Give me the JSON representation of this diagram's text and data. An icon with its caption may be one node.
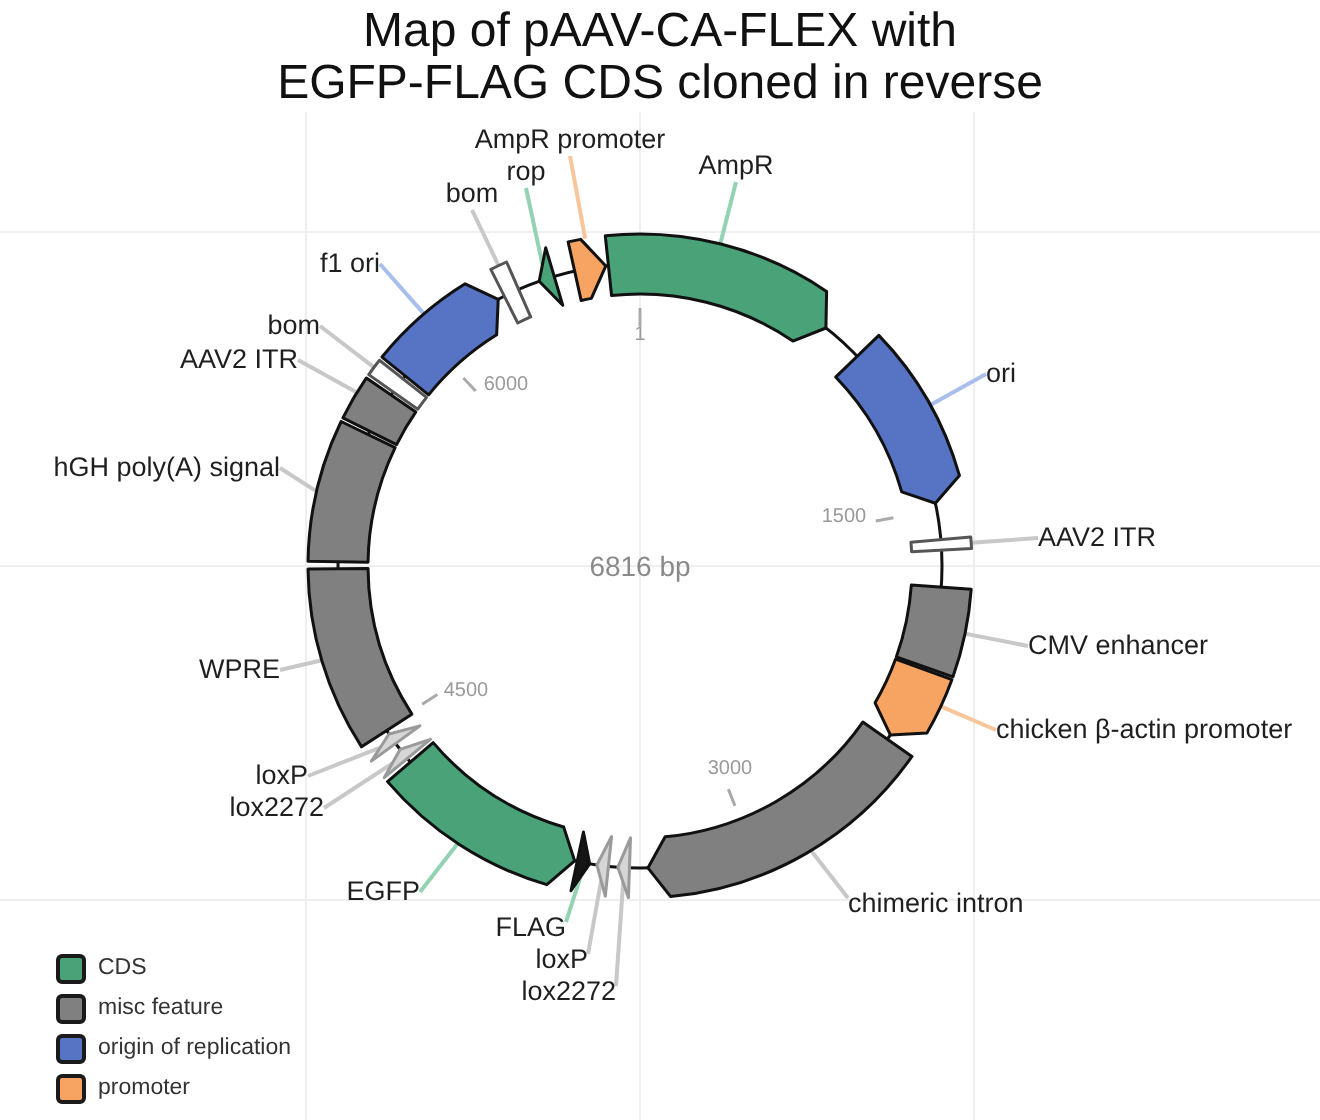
{
  "diagram": {
    "title": "Map of pAAV-CA-FLEX with EGFP-FLAG CDS cloned in reverse",
    "nodes": [
      {
        "text": [
          "AmpR promoter"
        ]
      },
      {
        "text": [
          "rop"
        ]
      },
      {
        "text": [
          "AmpR"
        ]
      },
      {
        "text": [
          "bom"
        ]
      },
      {
        "text": [
          "f1 ori"
        ]
      },
      {
        "text": [
          "bom"
        ]
      },
      {
        "text": [
          "AAV2 ITR"
        ]
      },
      {
        "text": [
          "ori"
        ]
      },
      {
        "text": [
          "hGH poly(A) signal"
        ]
      },
      {
        "text": [
          "AAV2 ITR"
        ]
      },
      {
        "text": [
          "WPRE"
        ]
      },
      {
        "text": [
          "CMV enhancer"
        ]
      },
      {
        "text": [
          "chicken β-actin promoter"
        ]
      },
      {
        "text": [
          "loxP"
        ]
      },
      {
        "text": [
          "lox2272"
        ]
      },
      {
        "text": [
          "EGFP"
        ]
      },
      {
        "text": [
          "chimeric intron"
        ]
      },
      {
        "text": [
          "FLAG"
        ]
      },
      {
        "text": [
          "loxP"
        ]
      },
      {
        "text": [
          "lox2272"
        ]
      },
      {
        "text": [],
        "shape": "arrow"
      },
      {
        "text": [],
        "shape": "arrow"
      },
      {
        "text": [],
        "shape": "box"
      },
      {
        "text": [],
        "shape": "box"
      },
      {
        "text": [],
        "shape": "arrow"
      },
      {
        "text": [],
        "shape": "arrow"
      },
      {
        "text": [],
        "shape": "triangle"
      },
      {
        "text": [],
        "shape": "triangle"
      },
      {
        "text": [],
        "shape": "triangle"
      },
      {
        "text": [],
        "shape": "arrow"
      },
      {
        "text": [],
        "shape": "triangle"
      },
      {
        "text": [],
        "shape": "triangle"
      },
      {
        "text": [],
        "shape": "box"
      },
      {
        "text": [],
        "shape": "box"
      },
      {
        "text": [],
        "shape": "box"
      },
      {
        "text": [],
        "shape": "box"
      },
      {
        "text": [],
        "shape": "arrow"
      },
      {
        "text": [],
        "shape": "box"
      },
      {
        "text": [],
        "shape": "triangle"
      },
      {
        "text": [],
        "shape": "arrow"
      }
    ],
    "edges": [
      {
        "from": 0,
        "to": 39,
        "arrow": "none",
        "color": "#f9c59b"
      },
      {
        "from": 1,
        "to": 38,
        "arrow": "none",
        "color": "#93d2b2"
      },
      {
        "from": 2,
        "to": 20,
        "arrow": "none",
        "color": "#93d2b2"
      },
      {
        "from": 3,
        "to": 37,
        "arrow": "none"
      },
      {
        "from": 4,
        "to": 36,
        "arrow": "none",
        "color": "#a9bfeb"
      },
      {
        "from": 5,
        "to": 35,
        "arrow": "none"
      },
      {
        "from": 6,
        "to": 34,
        "arrow": "none"
      },
      {
        "from": 7,
        "to": 21,
        "arrow": "none",
        "color": "#a9bfeb"
      },
      {
        "from": 8,
        "to": 33,
        "arrow": "none"
      },
      {
        "from": 9,
        "to": 22,
        "arrow": "none"
      },
      {
        "from": 10,
        "to": 32,
        "arrow": "none"
      },
      {
        "from": 11,
        "to": 23,
        "arrow": "none"
      },
      {
        "from": 12,
        "to": 24,
        "arrow": "none",
        "color": "#f9c59b"
      },
      {
        "from": 13,
        "to": 31,
        "arrow": "none"
      },
      {
        "from": 14,
        "to": 30,
        "arrow": "none"
      },
      {
        "from": 15,
        "to": 29,
        "arrow": "none",
        "color": "#93d2b2"
      },
      {
        "from": 16,
        "to": 25,
        "arrow": "none"
      },
      {
        "from": 17,
        "to": 28,
        "arrow": "none",
        "color": "#93d2b2"
      },
      {
        "from": 18,
        "to": 27,
        "arrow": "none"
      },
      {
        "from": 19,
        "to": 26,
        "arrow": "none"
      }
    ],
    "labels": [
      "1",
      "6000",
      "1500",
      "6816 bp",
      "4500",
      "3000"
    ],
    "legend": [
      {
        "text": "CDS",
        "color": "#4aa279"
      },
      {
        "text": "misc feature",
        "color": "#808080"
      },
      {
        "text": "origin of replication",
        "color": "#5774c4"
      },
      {
        "text": "promoter",
        "color": "#f7a462"
      }
    ]
  }
}
